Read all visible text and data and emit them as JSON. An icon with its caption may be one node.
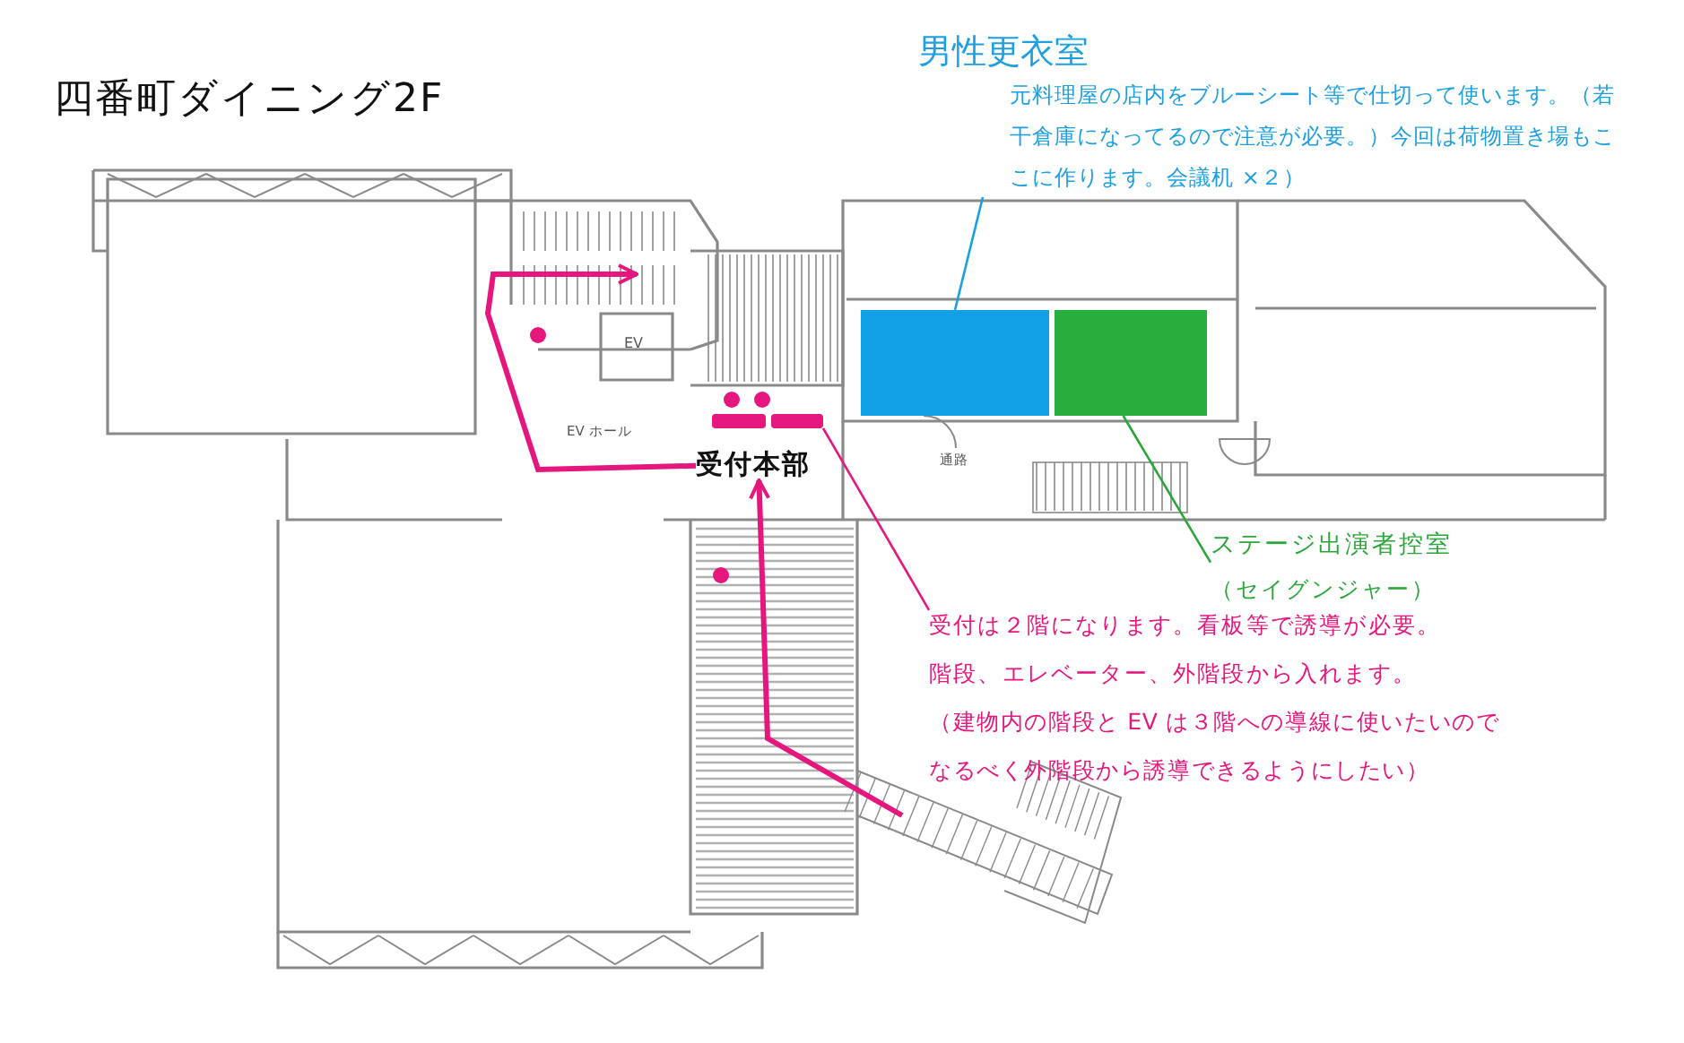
{
  "diagram": {
    "title": "四番町ダイニング2F",
    "nodes": [
      {
        "text": [],
        "shape": "box"
      },
      {
        "text": [],
        "shape": "box"
      },
      {
        "text": [
          "男性更衣室",
          "元料理屋の店内をブルーシート等で仕切って使います。（若干倉庫になってるので注意が必要。）今回は荷物置き場もここに作ります。会議机 ×２）"
        ]
      },
      {
        "text": [
          "ステージ出演者控室",
          "（セイグンジャー）"
        ]
      },
      {
        "text": [
          "受付本部"
        ]
      },
      {
        "text": [
          "受付は２階になります。看板等で誘導が必要。",
          "階段、エレベーター、外階段から入れます。",
          "（建物内の階段と EV は３階への導線に使いたいのでなるべく外階段から誘導できるようにしたい）"
        ]
      },
      {
        "text": [],
        "shape": "bar"
      },
      {
        "text": [],
        "shape": "bar"
      }
    ],
    "edges": [
      {
        "from": 2,
        "to": 0,
        "arrow": "none",
        "color": "#1a9fe0"
      },
      {
        "from": 1,
        "to": 3,
        "arrow": "none",
        "color": "#2aa63a"
      },
      {
        "from": 4,
        "to": null,
        "arrow": "to",
        "style": "thick"
      },
      {
        "from": null,
        "to": 4,
        "arrow": "to",
        "style": "thick"
      },
      {
        "from": 5,
        "to": 7,
        "arrow": "none"
      }
    ],
    "labels": [
      "EV",
      "EV ホール",
      "通路"
    ]
  }
}
